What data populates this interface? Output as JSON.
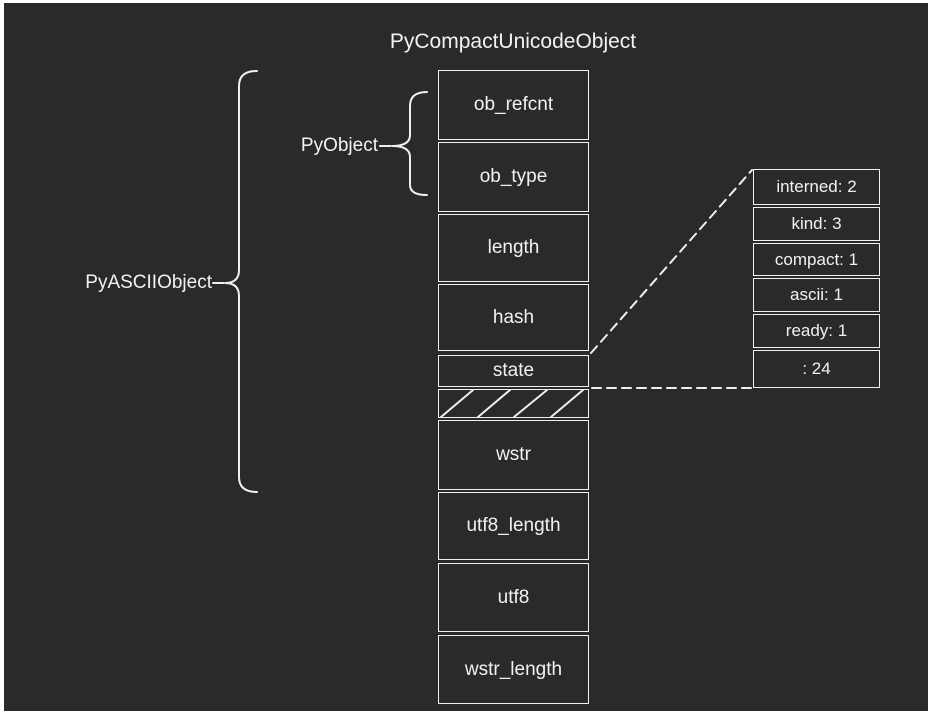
{
  "title": "PyCompactUnicodeObject",
  "group_labels": {
    "pyobject": "PyObject",
    "pyasciiobject": "PyASCIIObject"
  },
  "struct_fields": {
    "rows": [
      "ob_refcnt",
      "ob_type",
      "length",
      "hash",
      "state",
      "wstr",
      "utf8_length",
      "utf8",
      "wstr_length"
    ]
  },
  "state_bitfields": {
    "cells": [
      "interned: 2",
      "kind: 3",
      "compact: 1",
      "ascii: 1",
      "ready: 1",
      ": 24"
    ]
  },
  "colors": {
    "background": "#2a2a2a",
    "line": "#f0f0f0",
    "text": "#f2f2f2",
    "page_frame": "#ffffff"
  }
}
